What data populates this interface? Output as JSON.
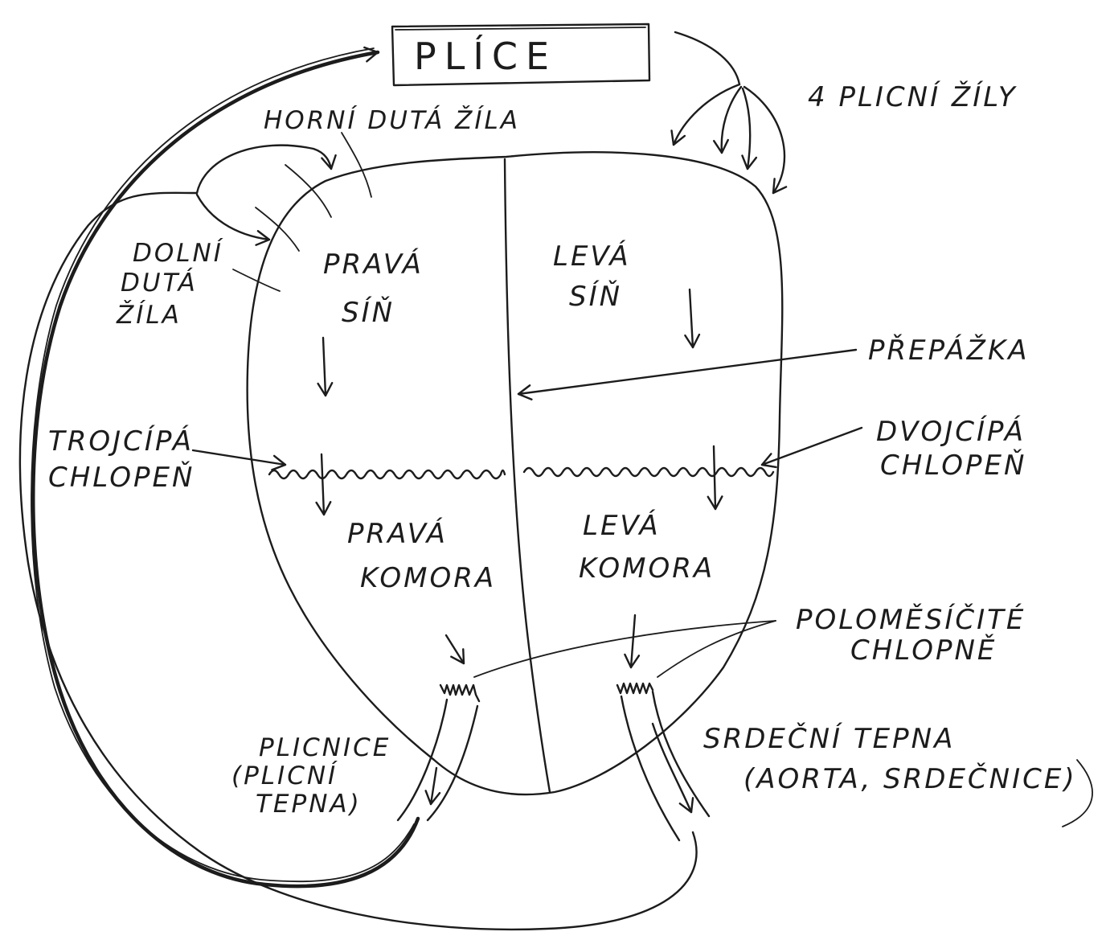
{
  "diagram": {
    "nodes": {
      "lungs": "PLÍCE",
      "pulmonary_veins": "4 PLICNÍ ŽÍLY",
      "superior_vena_cava": "HORNÍ DUTÁ ŽÍLA",
      "inferior_vena_cava": [
        "DOLNÍ",
        "DUTÁ",
        "ŽÍLA"
      ],
      "right_atrium": [
        "PRAVÁ",
        "SÍŇ"
      ],
      "left_atrium": [
        "LEVÁ",
        "SÍŇ"
      ],
      "septum": "PŘEPÁŽKA",
      "tricuspid_valve": [
        "TROJCÍPÁ",
        "CHLOPEŇ"
      ],
      "bicuspid_valve": [
        "DVOJCÍPÁ",
        "CHLOPEŇ"
      ],
      "right_ventricle": [
        "PRAVÁ",
        "KOMORA"
      ],
      "left_ventricle": [
        "LEVÁ",
        "KOMORA"
      ],
      "semilunar_valves": [
        "POLOMĚSÍČITÉ",
        "CHLOPNĚ"
      ],
      "pulmonary_trunk": [
        "PLICNICE",
        "(PLICNÍ",
        "TEPNA)"
      ],
      "aorta": [
        "SRDEČNÍ TEPNA",
        "(AORTA, SRDEČNICE)"
      ]
    },
    "ink_color": "#1c1c1c",
    "background": "#ffffff"
  }
}
